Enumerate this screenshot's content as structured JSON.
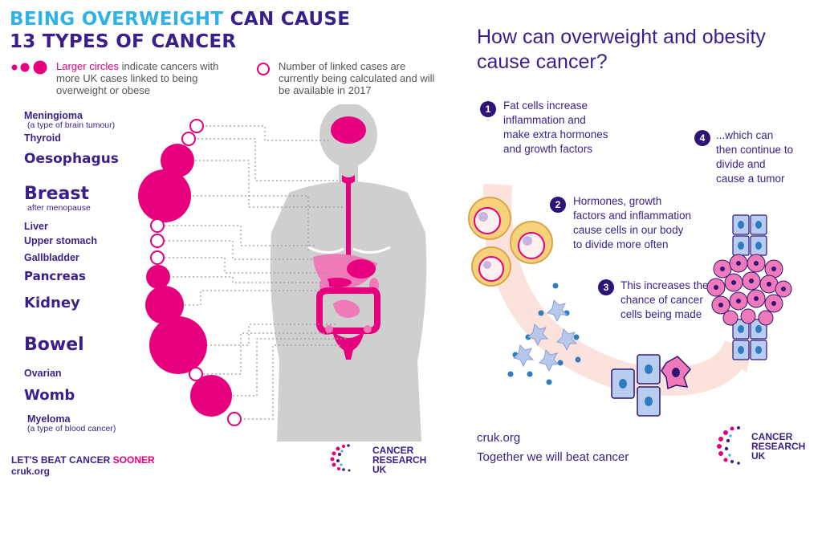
{
  "left": {
    "title_part1_highlight": "BEING OVERWEIGHT",
    "title_part1_rest": " CAN CAUSE",
    "title_line2": "13 TYPES OF CANCER",
    "legend_left_highlight": "Larger circles",
    "legend_left_rest": " indicate cancers with more UK cases linked to being overweight or obese",
    "legend_right": "Number of linked cases are currently being calculated and will be available in 2017",
    "cancers": [
      {
        "label": "Meningioma",
        "sub": "(a type of brain tumour)"
      },
      {
        "label": "Thyroid"
      },
      {
        "label": "Oesophagus"
      },
      {
        "label": "Breast",
        "sub": "after menopause"
      },
      {
        "label": "Liver"
      },
      {
        "label": "Upper stomach"
      },
      {
        "label": "Gallbladder"
      },
      {
        "label": "Pancreas"
      },
      {
        "label": "Kidney"
      },
      {
        "label": "Bowel"
      },
      {
        "label": "Ovarian"
      },
      {
        "label": "Womb"
      },
      {
        "label": "Myeloma",
        "sub": "(a type of blood cancer)"
      }
    ],
    "footer_line1_a": "LET'S BEAT CANCER ",
    "footer_line1_b": "SOONER",
    "footer_line2": "cruk.org",
    "logo_lines": [
      "CANCER",
      "RESEARCH",
      "UK"
    ]
  },
  "right": {
    "title_line1": "How can overweight and obesity",
    "title_line2": "cause cancer?",
    "steps": [
      {
        "num": "1",
        "text": "Fat cells increase inflammation and make extra hormones and growth factors"
      },
      {
        "num": "2",
        "text": "Hormones, growth factors and inflammation cause cells in our body to divide more often"
      },
      {
        "num": "3",
        "text": "This increases the chance of cancer cells being made"
      },
      {
        "num": "4",
        "text": "...which can then continue to divide and cause a tumor"
      }
    ],
    "footer_url": "cruk.org",
    "footer_tagline": "Together we will beat cancer",
    "logo_lines": [
      "CANCER",
      "RESEARCH",
      "UK"
    ]
  },
  "colors": {
    "purple": "#3a1f8a",
    "pink": "#e6007e",
    "blue": "#2fb3e6",
    "body_gray": "#cfcfcf"
  }
}
